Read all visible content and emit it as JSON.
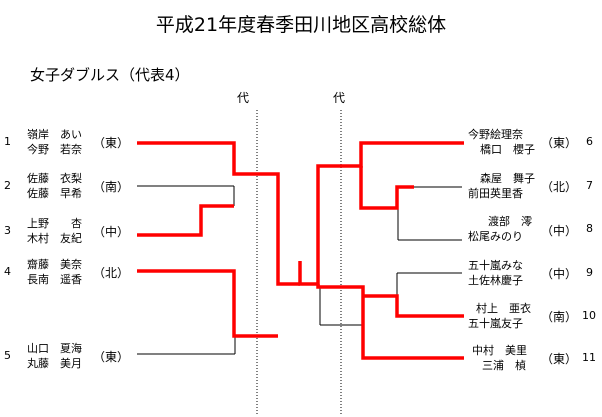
{
  "title": "平成21年度春季田川地区高校総体",
  "subtitle": "女子ダブルス（代表4）",
  "dai_label": "代",
  "left": [
    {
      "seed": "1",
      "names": [
        "嶺岸　あい",
        "今野　若奈"
      ],
      "school": "（東）"
    },
    {
      "seed": "2",
      "names": [
        "佐藤　衣梨",
        "佐藤　早希"
      ],
      "school": "（南）"
    },
    {
      "seed": "3",
      "names": [
        "上野　　杏",
        "木村　友紀"
      ],
      "school": "（中）"
    },
    {
      "seed": "4",
      "names": [
        "齋藤　美奈",
        "長南　遥香"
      ],
      "school": "（北）"
    },
    {
      "seed": "5",
      "names": [
        "山口　夏海",
        "丸藤　美月"
      ],
      "school": "（東）"
    }
  ],
  "right": [
    {
      "seed": "6",
      "names": [
        "今野絵理奈",
        "橋口　櫻子"
      ],
      "school": "（東）"
    },
    {
      "seed": "7",
      "names": [
        "森屋　舞子",
        "前田英里香"
      ],
      "school": "（北）"
    },
    {
      "seed": "8",
      "names": [
        "渡部　澪",
        "松尾みのり"
      ],
      "school": "（中）"
    },
    {
      "seed": "9",
      "names": [
        "五十嵐みな",
        "土佐林慶子"
      ],
      "school": "（中）"
    },
    {
      "seed": "10",
      "names": [
        "村上　亜衣",
        "五十嵐友子"
      ],
      "school": "（南）"
    },
    {
      "seed": "11",
      "names": [
        "中村　美里",
        "三浦　楨"
      ],
      "school": "（東）"
    }
  ]
}
